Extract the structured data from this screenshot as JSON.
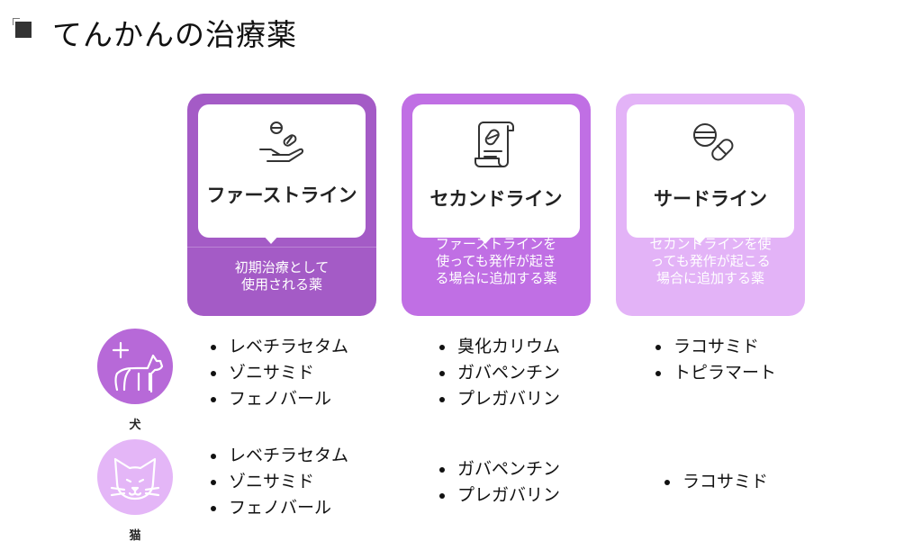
{
  "page": {
    "title": "てんかんの治療薬"
  },
  "lines": [
    {
      "heading": "ファーストライン",
      "description_1": "初期治療として",
      "description_2": "使用される薬",
      "icon": "hand-with-pills-icon",
      "color": "#a45bc6"
    },
    {
      "heading": "セカンドライン",
      "description_1": "ファーストラインを",
      "description_2": "使っても発作が起き",
      "description_3": "る場合に追加する薬",
      "icon": "prescription-scroll-icon",
      "color": "#c06fe4"
    },
    {
      "heading": "サードライン",
      "description_1": "セカンドラインを使",
      "description_2": "っても発作が起こる",
      "description_3": "場合に追加する薬",
      "icon": "pills-icon",
      "color": "#e3b3f7"
    }
  ],
  "species": {
    "dog": {
      "label": "犬",
      "icon": "dog-with-medical-cross-icon",
      "color": "#b769d8",
      "first": [
        "レベチラセタム",
        "ゾニサミド",
        "フェノバール"
      ],
      "second": [
        "臭化カリウム",
        "ガバペンチン",
        "プレガバリン"
      ],
      "third": [
        "ラコサミド",
        "トピラマート"
      ]
    },
    "cat": {
      "label": "猫",
      "icon": "cat-face-icon",
      "color": "#e4b6f7",
      "first": [
        "レベチラセタム",
        "ゾニサミド",
        "フェノバール"
      ],
      "second": [
        "ガバペンチン",
        "プレガバリン"
      ],
      "third": [
        "ラコサミド"
      ]
    }
  }
}
